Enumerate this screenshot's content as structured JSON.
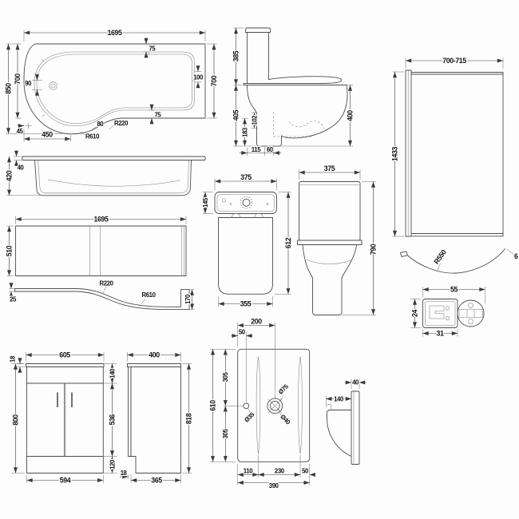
{
  "views": {
    "bath_plan": {
      "dims": {
        "length": "1695",
        "overall_width": "850",
        "width_left": "700",
        "width_right": "700",
        "rim_left": "90",
        "rim_right": "100",
        "rim_top": "75",
        "rim_bottom": "75",
        "corner": "45",
        "end_width": "450",
        "lip": "80",
        "r_small": "R220",
        "r_large": "R610"
      }
    },
    "toilet_side": {
      "dims": {
        "cistern_height": "385",
        "bowl_height_front": "405",
        "outlet_upper": "102",
        "outlet_lower": "183",
        "bowl_height_rear": "400",
        "base_front": "115",
        "base_outlet": "60"
      }
    },
    "screen_front": {
      "dims": {
        "width": "700-715",
        "height": "1433"
      }
    },
    "screen_curve": {
      "dims": {
        "radius": "R550",
        "glass_thickness": "6"
      }
    },
    "profile_detail": {
      "dims": {
        "width": "55",
        "depth": "24",
        "inner_width": "31"
      }
    },
    "bath_side": {
      "dims": {
        "rim_height": "40",
        "depth": "420"
      }
    },
    "bath_panel": {
      "dims": {
        "length": "1695",
        "height": "510"
      }
    },
    "curved_panel": {
      "dims": {
        "thickness": "25",
        "r_small": "R220",
        "r_large": "R610",
        "end_height": "170"
      }
    },
    "cistern_back": {
      "dims": {
        "width": "375",
        "lid_depth": "145",
        "height": "612",
        "base_width": "355"
      }
    },
    "toilet_front": {
      "dims": {
        "width": "375",
        "height": "790"
      }
    },
    "vanity_front": {
      "dims": {
        "width": "605",
        "worktop": "18",
        "height": "800",
        "top_section": "140",
        "door_height": "536",
        "plinth": "120",
        "base_width": "594"
      }
    },
    "vanity_side": {
      "dims": {
        "depth": "400",
        "height": "818",
        "door_thickness": "18",
        "base_depth": "365"
      }
    },
    "basin_plan": {
      "dims": {
        "waste_offset": "200",
        "tap_offset": "50",
        "length": "610",
        "half_upper": "305",
        "half_lower": "305",
        "tap_diameter": "Ø35",
        "waste_diameter": "Ø75",
        "outlet_diameter": "Ø40",
        "seg_left": "110",
        "seg_mid": "230",
        "seg_right": "50",
        "width": "390"
      }
    },
    "basin_side": {
      "dims": {
        "ledge": "40",
        "bowl_depth": "140"
      }
    }
  }
}
